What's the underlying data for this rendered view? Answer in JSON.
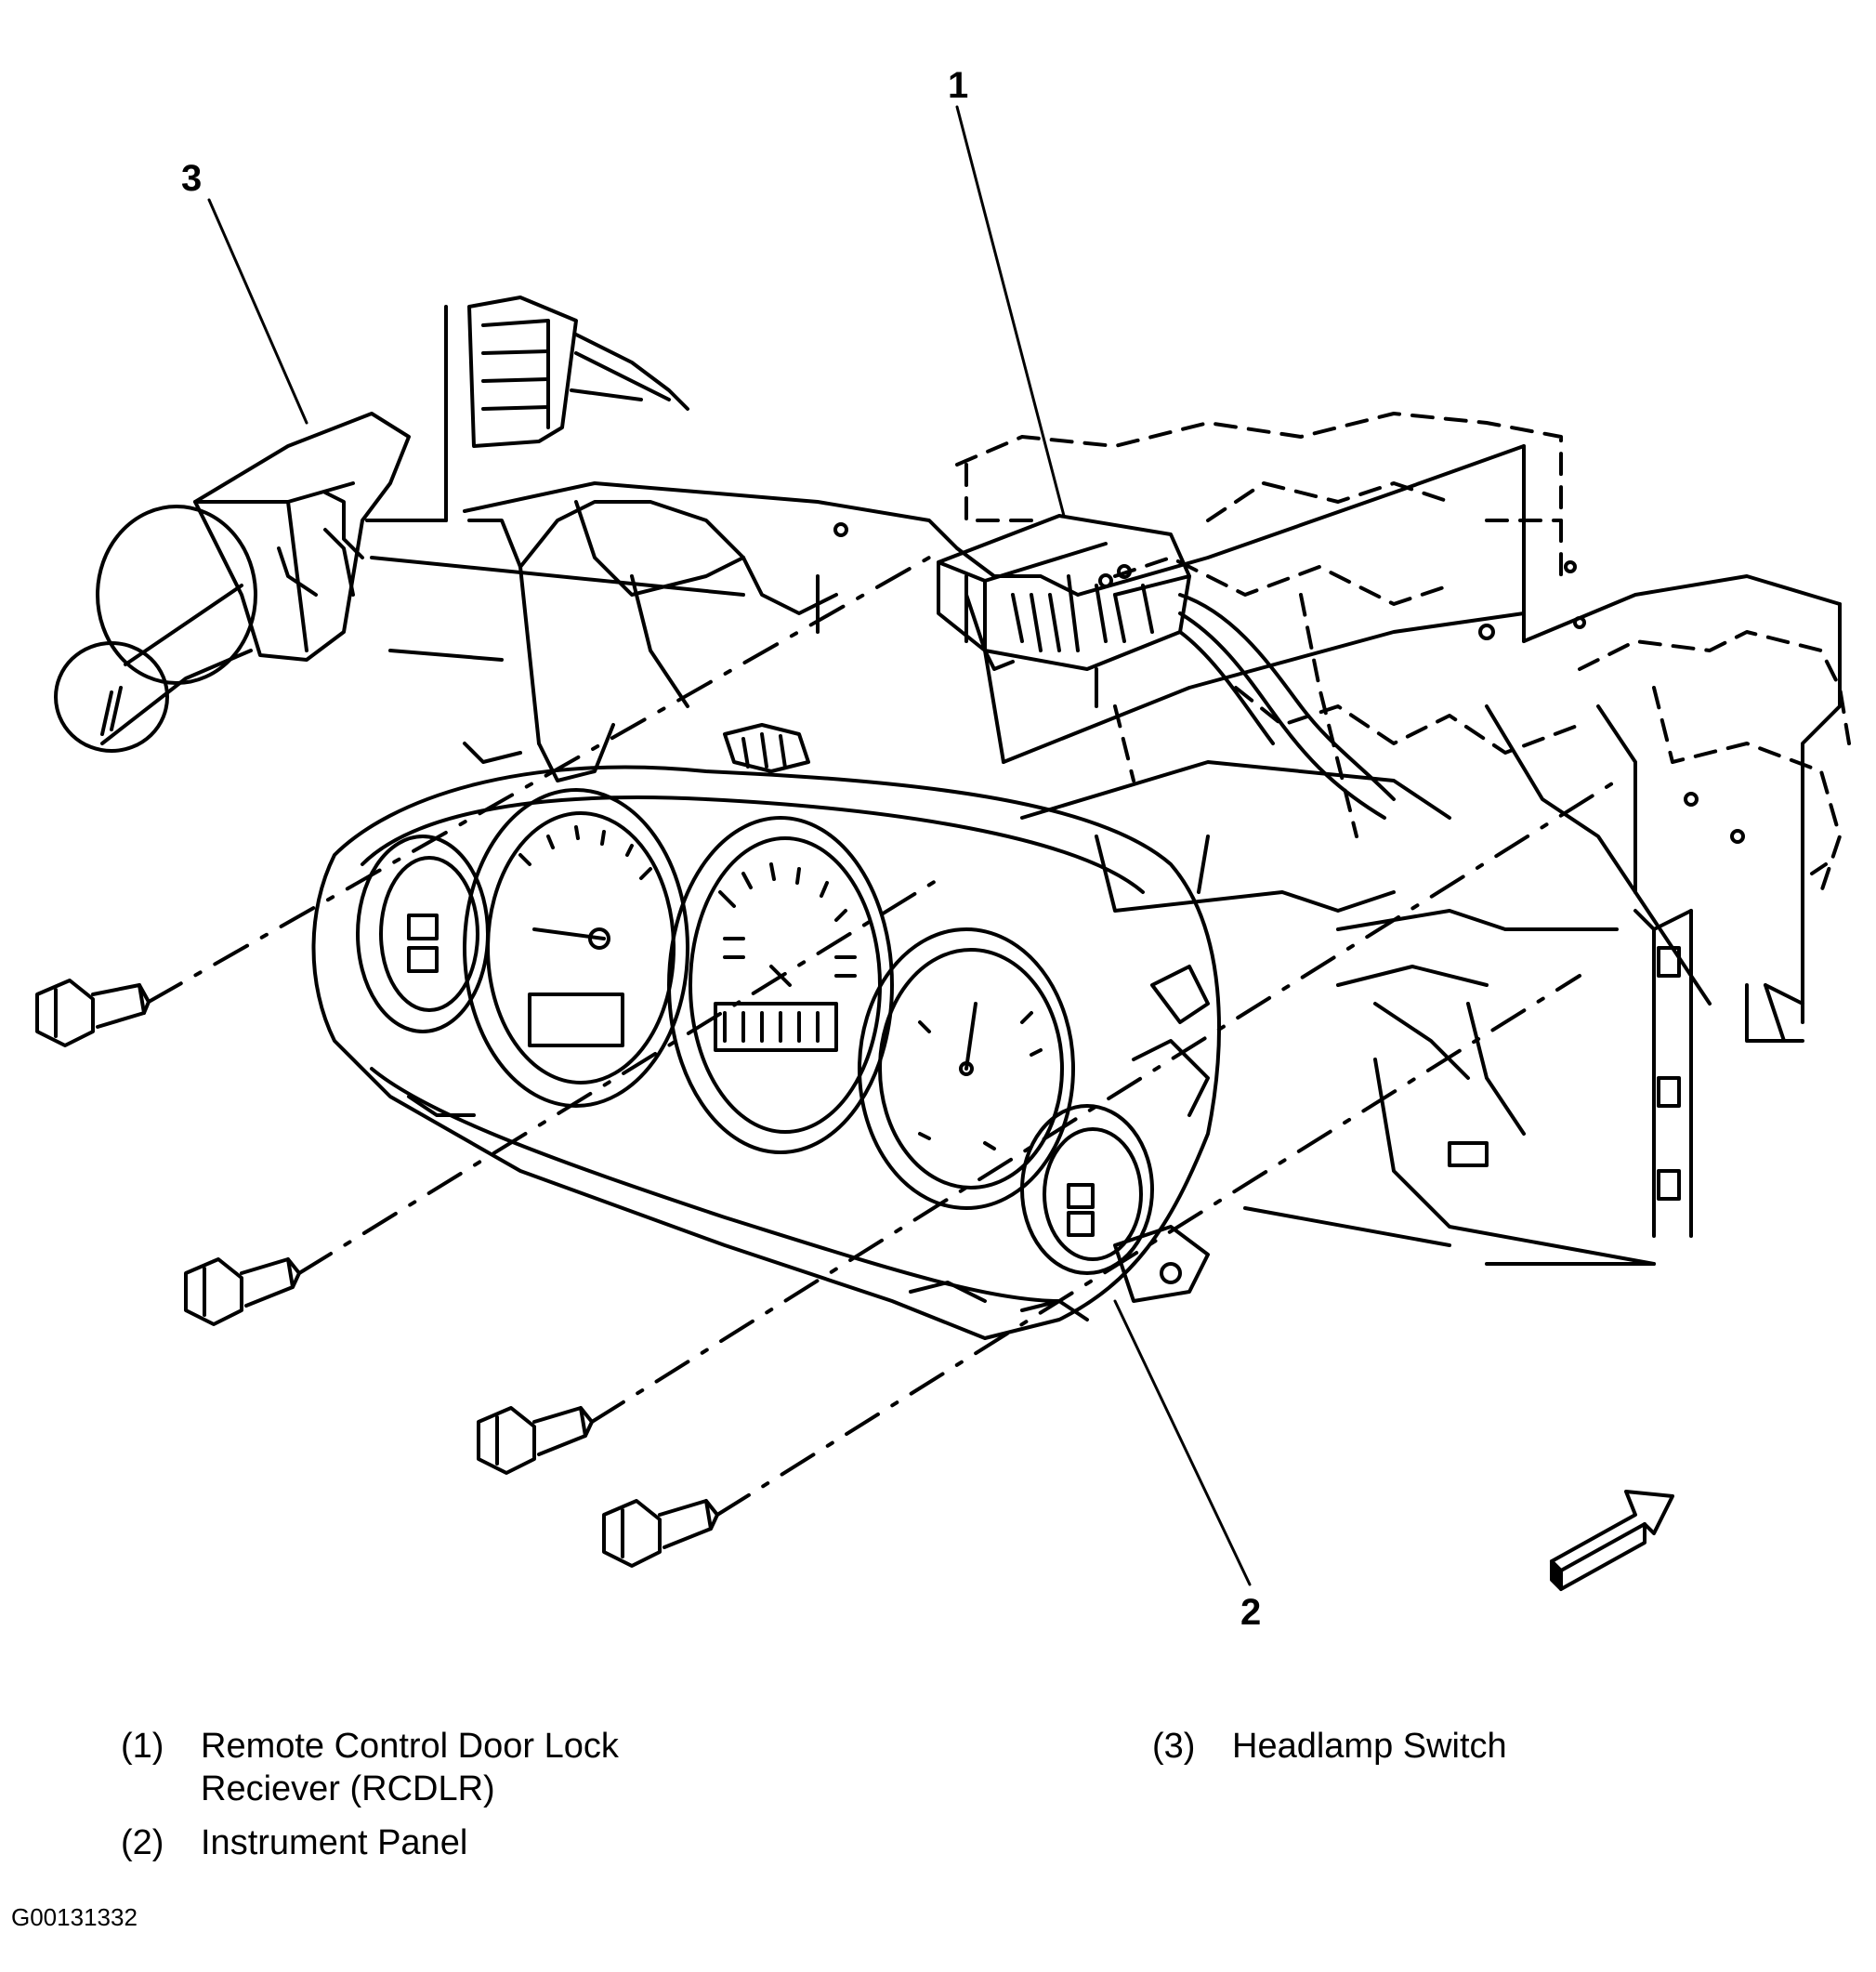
{
  "callouts": [
    {
      "id": "1",
      "label": "1"
    },
    {
      "id": "2",
      "label": "2"
    },
    {
      "id": "3",
      "label": "3"
    }
  ],
  "legend": [
    {
      "num": "(1)",
      "lines": [
        "Remote Control Door Lock",
        "Reciever (RCDLR)"
      ]
    },
    {
      "num": "(2)",
      "lines": [
        "Instrument Panel"
      ]
    },
    {
      "num": "(3)",
      "lines": [
        "Headlamp Switch"
      ]
    }
  ],
  "figure_code": "G00131332",
  "colors": {
    "ink": "#000000",
    "background": "#ffffff"
  }
}
